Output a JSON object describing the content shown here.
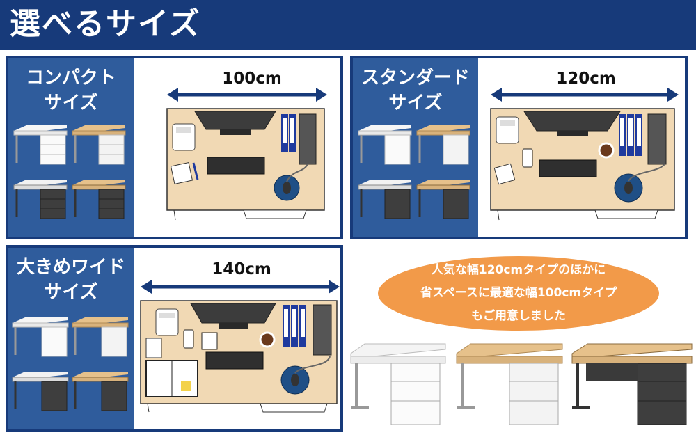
{
  "header": {
    "title": "選べるサイズ"
  },
  "panels": {
    "compact": {
      "label": "コンパクト\nサイズ",
      "width": "100cm"
    },
    "standard": {
      "label": "スタンダード\nサイズ",
      "width": "120cm"
    },
    "wide": {
      "label": "大きめワイド\nサイズ",
      "width": "140cm"
    }
  },
  "bubble": {
    "line1": "人気な幅120cmタイプのほかに",
    "line2": "省スペースに最適な幅100cmタイプ",
    "line3": "もご用意しました"
  },
  "colors": {
    "navy": "#173a7a",
    "panel_side": "#2f5c9c",
    "desk_top": "#f1d9b4",
    "bubble": "#f29a49",
    "binder_blue": "#1f3a9e",
    "mouse_pad": "#1f4f86"
  }
}
